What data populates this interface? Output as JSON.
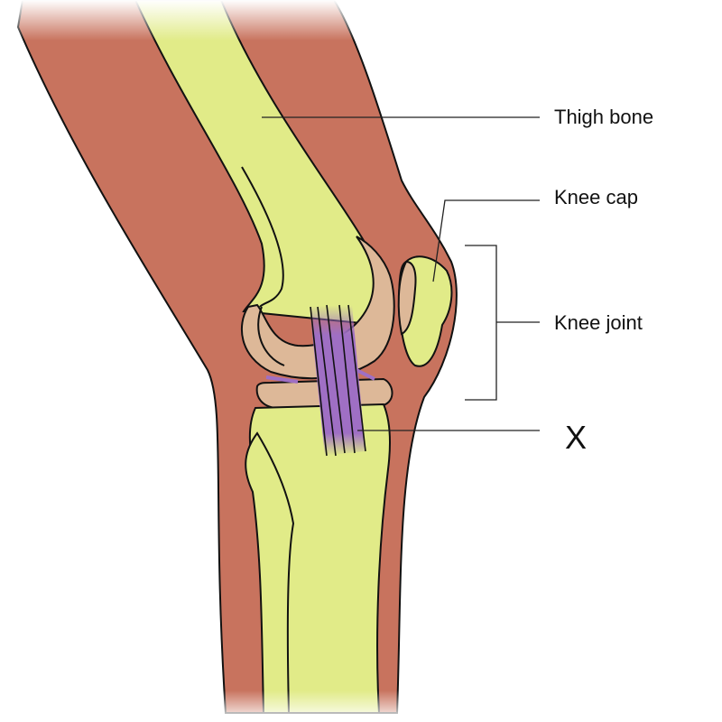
{
  "labels": {
    "thigh_bone": "Thigh bone",
    "knee_cap": "Knee cap",
    "knee_joint": "Knee joint",
    "unknown": "X"
  },
  "colors": {
    "muscle": "#c8735e",
    "bone": "#e1eb88",
    "cartilage": "#ddb898",
    "ligament": "#9f6fc4",
    "outline": "#111111"
  }
}
